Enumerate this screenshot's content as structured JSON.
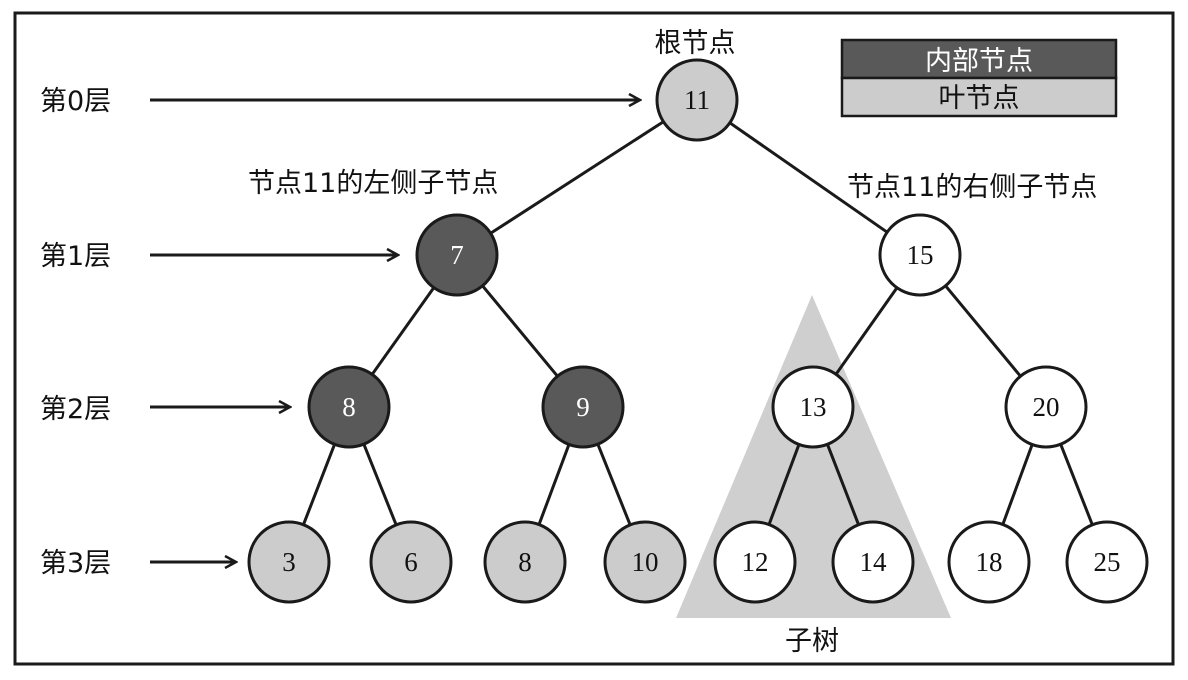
{
  "diagram": {
    "colors": {
      "internal": "#595959",
      "leaf": "#cccccc",
      "other": "#ffffff",
      "subtree": "#cfcfcf",
      "stroke": "#1a1a1a"
    },
    "levels": [
      {
        "id": "level-0",
        "label": "第0层"
      },
      {
        "id": "level-1",
        "label": "第1层"
      },
      {
        "id": "level-2",
        "label": "第2层"
      },
      {
        "id": "level-3",
        "label": "第3层"
      }
    ],
    "nodes": [
      {
        "id": "n11",
        "label": "11",
        "kind": "leaf"
      },
      {
        "id": "n7",
        "label": "7",
        "kind": "internal"
      },
      {
        "id": "n15",
        "label": "15",
        "kind": "other"
      },
      {
        "id": "n8a",
        "label": "8",
        "kind": "internal"
      },
      {
        "id": "n9",
        "label": "9",
        "kind": "internal"
      },
      {
        "id": "n13",
        "label": "13",
        "kind": "other"
      },
      {
        "id": "n20",
        "label": "20",
        "kind": "other"
      },
      {
        "id": "n3",
        "label": "3",
        "kind": "leaf"
      },
      {
        "id": "n6",
        "label": "6",
        "kind": "leaf"
      },
      {
        "id": "n8b",
        "label": "8",
        "kind": "leaf"
      },
      {
        "id": "n10",
        "label": "10",
        "kind": "leaf"
      },
      {
        "id": "n12",
        "label": "12",
        "kind": "other"
      },
      {
        "id": "n14",
        "label": "14",
        "kind": "other"
      },
      {
        "id": "n18",
        "label": "18",
        "kind": "other"
      },
      {
        "id": "n25",
        "label": "25",
        "kind": "other"
      }
    ],
    "edges": [
      [
        "n11",
        "n7"
      ],
      [
        "n11",
        "n15"
      ],
      [
        "n7",
        "n8a"
      ],
      [
        "n7",
        "n9"
      ],
      [
        "n15",
        "n13"
      ],
      [
        "n15",
        "n20"
      ],
      [
        "n8a",
        "n3"
      ],
      [
        "n8a",
        "n6"
      ],
      [
        "n9",
        "n8b"
      ],
      [
        "n9",
        "n10"
      ],
      [
        "n13",
        "n12"
      ],
      [
        "n13",
        "n14"
      ],
      [
        "n20",
        "n18"
      ],
      [
        "n20",
        "n25"
      ]
    ],
    "annotations": {
      "root": "根节点",
      "left_child": "节点11的左侧子节点",
      "right_child": "节点11的右侧子节点",
      "subtree": "子树"
    },
    "legend": {
      "internal": "内部节点",
      "leaf": "叶节点"
    }
  }
}
